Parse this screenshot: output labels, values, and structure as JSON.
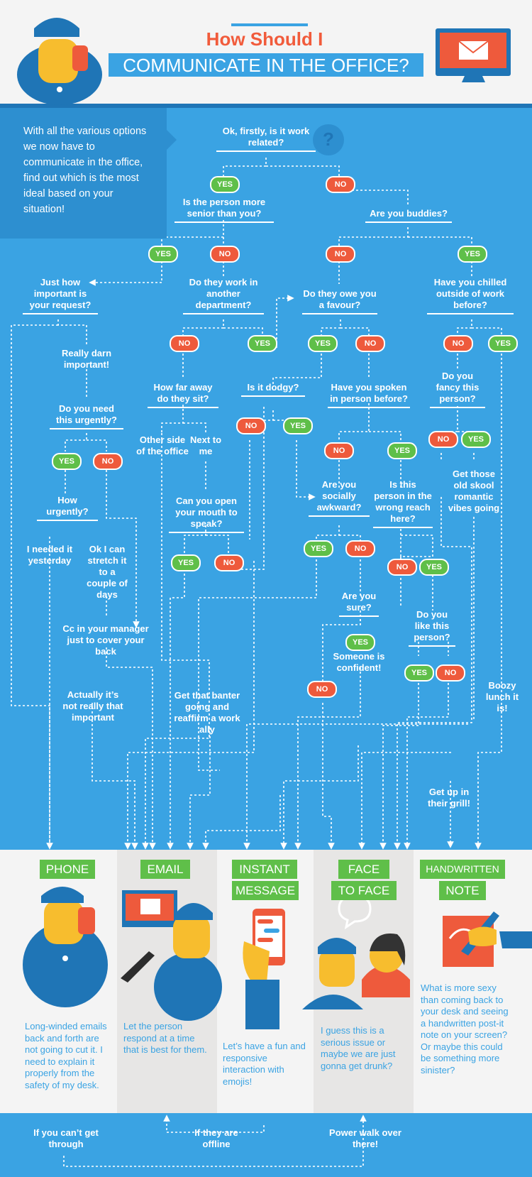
{
  "header": {
    "title_line1": "How Should I",
    "title_line2": "COMMUNICATE IN THE OFFICE?"
  },
  "intro": "With all the various options we now have to communicate in the office, find out which is the most ideal based on your situation!",
  "pills": {
    "yes": "YES",
    "no": "NO"
  },
  "question_mark": "?",
  "nodes": {
    "work_related": "Ok, firstly, is it work related?",
    "senior": "Is the person more senior than you?",
    "buddies": "Are you buddies?",
    "important": "Just how important is your request?",
    "other_dept": "Do they work in another department?",
    "owe_favour": "Do they owe you a favour?",
    "chilled": "Have you chilled outside of work before?",
    "really_darn": "Really darn important!",
    "need_urgently": "Do you need this urgently?",
    "how_far": "How far away do they sit?",
    "dodgy": "Is it dodgy?",
    "spoken_before": "Have you spoken in person before?",
    "fancy": "Do you fancy this person?",
    "other_side": "Other side of the office",
    "next_to_me": "Next to me",
    "how_urgently": "How urgently?",
    "socially_awkward": "Are you socially awkward?",
    "wrong_reach": "Is this person in the wrong reach here?",
    "old_skool": "Get those old skool romantic vibes going",
    "open_mouth": "Can you open your mouth to speak?",
    "needed_yesterday": "I needed it yesterday",
    "stretch": "Ok I can stretch it to a couple of days",
    "are_you_sure": "Are you sure?",
    "like_person": "Do you like this person?",
    "cc_manager": "Cc in your manager just to cover your back",
    "confident": "Someone is confident!",
    "not_important": "Actually it’s not really that important",
    "banter": "Get that banter going and reaffirm a work ally",
    "boozy": "Boozy lunch it is!",
    "get_up": "Get up in their grill!"
  },
  "methods": [
    {
      "label": "PHONE",
      "desc": "Long-winded emails back and forth are not going to cut it. I need to explain it properly from the safety of my desk."
    },
    {
      "label": "EMAIL",
      "desc": "Let the person respond at a time that is best for them."
    },
    {
      "label_1": "INSTANT",
      "label_2": "MESSAGE",
      "desc": "Let’s have a fun and responsive interaction with emojis!"
    },
    {
      "label_1": "FACE",
      "label_2": "TO FACE",
      "desc": "I guess this is a serious issue or maybe we are just gonna get drunk?"
    },
    {
      "label_1": "HANDWRITTEN",
      "label_2": "NOTE",
      "desc": "What is more sexy than coming back to your desk and seeing a handwritten post-it note on your screen? Or maybe this could be something more sinister?"
    }
  ],
  "footer": {
    "cant_get_through": "If you can’t get through",
    "offline": "If they are offline",
    "power_walk": "Power walk over there!"
  },
  "colors": {
    "blue": "#3aa3e3",
    "dark_blue": "#1f75b6",
    "yes_green": "#5fbf49",
    "no_red": "#ee5a3c",
    "title_orange": "#f15b3b",
    "skin_yellow": "#f7bd2e"
  }
}
